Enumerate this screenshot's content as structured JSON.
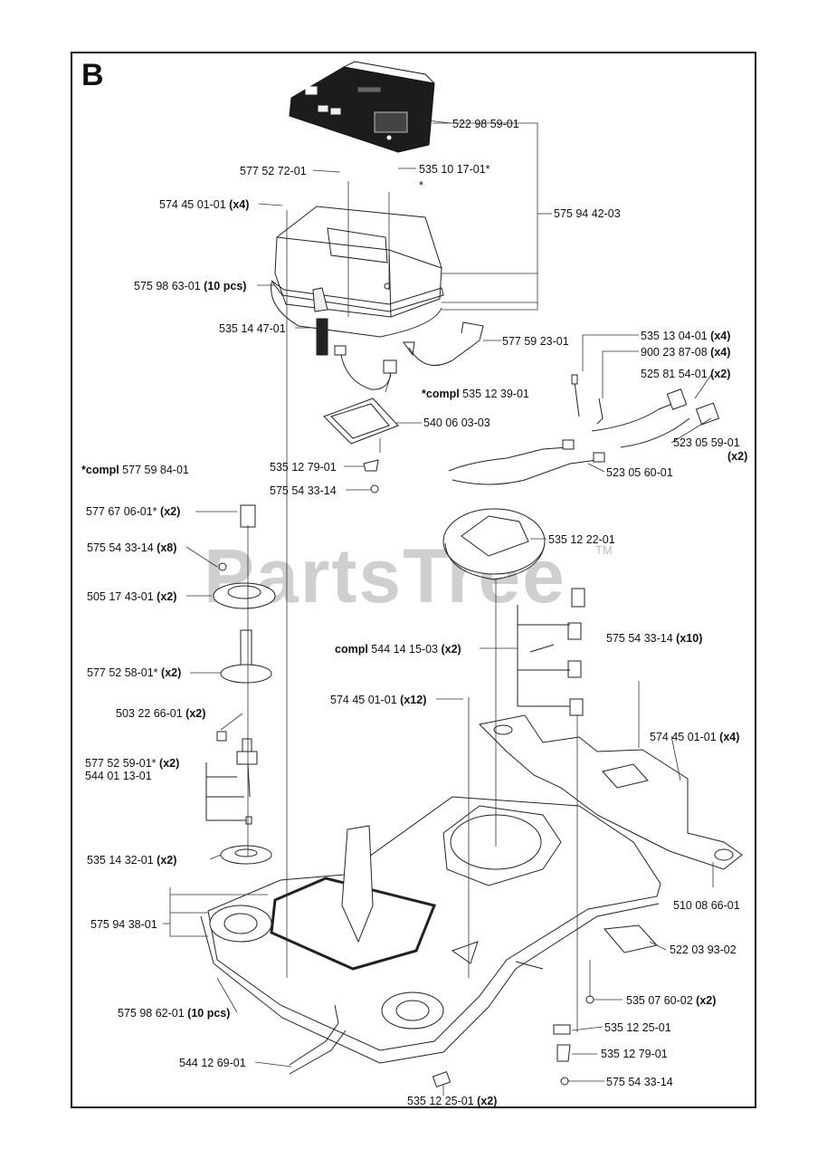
{
  "section": "B",
  "watermark": "PartsTree",
  "trademark": "TM",
  "labels": {
    "l522985901": "522 98 59-01",
    "l577527201": "577 52 72-01",
    "l535101701": "535 10 17-01*",
    "asterisk": "*",
    "l574450101a": "574 45 01-01",
    "q_x4": "(x4)",
    "l575944203": "575 94 42-03",
    "l575986301": "575 98 63-01",
    "q_10pcs": "(10 pcs)",
    "l535144701": "535 14 47-01",
    "l577592301": "577 59 23-01",
    "l535130401": "535 13 04-01",
    "l900238708": "900 23 87-08",
    "compl_prefix": "*compl",
    "l535123901": "535 12 39-01",
    "l525815401": "525 81 54-01",
    "q_x2": "(x2)",
    "l540060303": "540 06 03-03",
    "l523055901": "523 05 59-01",
    "compl_star": "*compl",
    "l577598401": "577 59 84-01",
    "l535127901a": "535 12 79-01",
    "l523056001": "523 05 60-01",
    "l575543314a": "575 54 33-14",
    "l577670601": "577 67 06-01*",
    "l535122201": "535 12 22-01",
    "l575543314b": "575 54 33-14",
    "q_x8": "(x8)",
    "l505174301": "505 17 43-01",
    "compl_word": "compl",
    "l544141503": "544 14 15-03",
    "l575543314c": "575 54 33-14",
    "q_x10": "(x10)",
    "l577525801": "577 52 58-01*",
    "l574450101b": "574 45 01-01",
    "q_x12": "(x12)",
    "l503226601": "503 22 66-01",
    "l574450101c": "574 45 01-01",
    "l577525901": "577 52 59-01*",
    "l544011301": "544 01 13-01",
    "l535143201": "535 14 32-01",
    "l510086601": "510 08 66-01",
    "l575943801": "575 94 38-01",
    "l522039302": "522 03 93-02",
    "l535076002": "535 07 60-02",
    "l575986201": "575 98 62-01",
    "l535122501a": "535 12 25-01",
    "l535127901b": "535 12 79-01",
    "l544126901": "544 12 69-01",
    "l575543314d": "575 54 33-14",
    "l535122501b": "535 12 25-01"
  }
}
